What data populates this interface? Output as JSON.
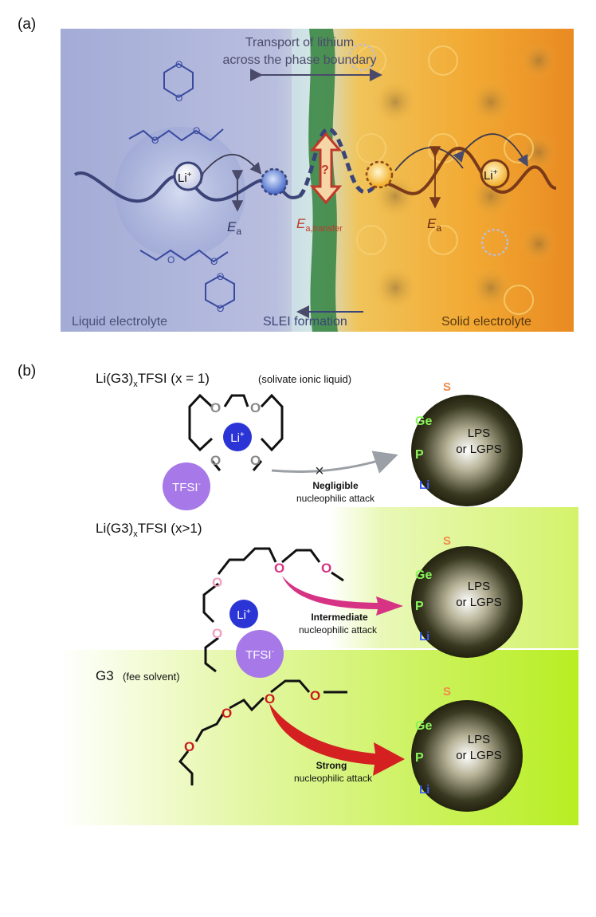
{
  "panel_a": {
    "label": "(a)",
    "transport_line1": "Transport of lithium",
    "transport_line2": "across the phase boundary",
    "liquid_label": "Liquid electrolyte",
    "slei_label": "SLEI formation",
    "solid_label": "Solid electrolyte",
    "li_left": "Li",
    "li_right": "Li",
    "plus": "+",
    "ea_left": "E",
    "ea_right": "E",
    "ea_sub": "a",
    "ea_transfer": "E",
    "ea_transfer_sub": "a,transfer",
    "question": "?",
    "colors": {
      "liquid": "#a9b3d8",
      "solid": "#f2b43a",
      "slei": "#3f8a4a",
      "curve": "#3b4478",
      "accent": "#c0392b"
    }
  },
  "panel_b": {
    "label": "(b)",
    "sections": [
      {
        "title_pre": "Li(G3)",
        "title_sub": "x",
        "title_post": "TFSI (x = 1)",
        "title_note": "(solivate ionic liquid)",
        "attack_bold": "Negligible",
        "attack_text": "nucleophilic attack",
        "cross": "×"
      },
      {
        "title_pre": "Li(G3)",
        "title_sub": "x",
        "title_post": "TFSI (x>1)",
        "attack_bold": "Intermediate",
        "attack_text": "nucleophilic attack"
      },
      {
        "title_pre": "G3",
        "title_note": "(fee solvent)",
        "attack_bold": "Strong",
        "attack_text": "nucleophilic attack"
      }
    ],
    "sphere": {
      "line1": "LPS",
      "line2": "or LGPS",
      "el_s": "S",
      "el_ge": "Ge",
      "el_p": "P",
      "el_li": "Li"
    },
    "li_ion": "Li",
    "li_plus": "+",
    "tfsi": "TFSI",
    "tfsi_minus": "-",
    "oxygen": "O",
    "colors": {
      "attack_gray": "#9aa0a6",
      "attack_pink": "#d63384",
      "attack_red": "#d42020",
      "tfsi": "#a678e8",
      "li_ion": "#2b35d6",
      "green_bg": "#c8f03a"
    }
  }
}
